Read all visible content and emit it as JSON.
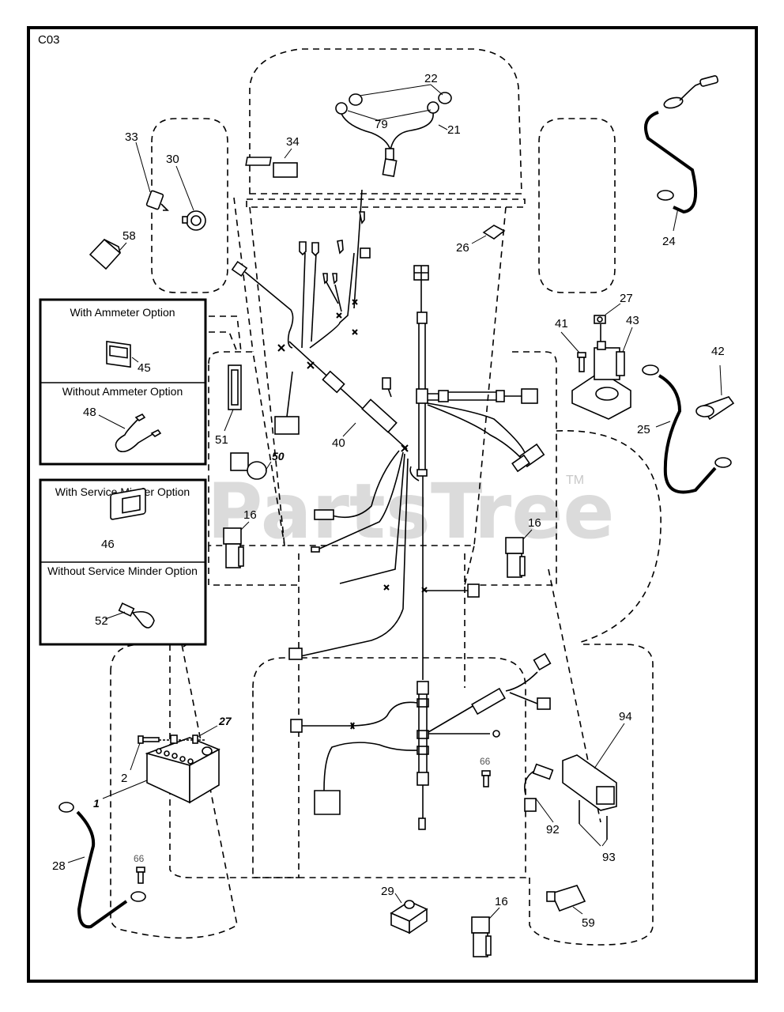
{
  "diagram": {
    "page_code": "C03",
    "watermark": "PartsTree",
    "watermark_tm": "TM",
    "option_boxes": {
      "ammeter_with": "With Ammeter Option",
      "ammeter_without": "Without Ammeter Option",
      "service_with": "With Service Minder Option",
      "service_without": "Without Service Minder Option"
    },
    "callouts": {
      "p1": "1",
      "p2": "2",
      "p16a": "16",
      "p16b": "16",
      "p16c": "16",
      "p21": "21",
      "p22": "22",
      "p24": "24",
      "p25": "25",
      "p26": "26",
      "p27a": "27",
      "p27b": "27",
      "p28": "28",
      "p29": "29",
      "p30": "30",
      "p33": "33",
      "p34": "34",
      "p40": "40",
      "p41": "41",
      "p42": "42",
      "p43": "43",
      "p45": "45",
      "p46": "46",
      "p48": "48",
      "p50": "50",
      "p51": "51",
      "p52": "52",
      "p58": "58",
      "p59": "59",
      "p66a": "66",
      "p66b": "66",
      "p79": "79",
      "p92": "92",
      "p93": "93",
      "p94": "94"
    }
  }
}
